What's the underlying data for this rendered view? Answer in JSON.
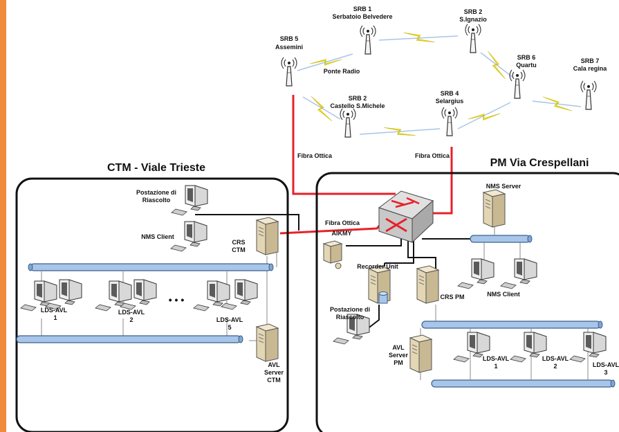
{
  "titles": {
    "ctm": "CTM - Viale Trieste",
    "pm": "PM Via Crespellani"
  },
  "radio": {
    "srb1": [
      "SRB 1",
      "Serbatoio Belvedere"
    ],
    "srb2a": [
      "SRB 2",
      "S.Ignazio"
    ],
    "srb5": [
      "SRB 5",
      "Assemini"
    ],
    "srb6": [
      "SRB 6",
      "Quartu"
    ],
    "srb7": [
      "SRB 7",
      "Cala regina"
    ],
    "srb2b": [
      "SRB 2",
      "Castello S.Michele"
    ],
    "srb4": [
      "SRB 4",
      "Selargius"
    ],
    "ponte_radio": "Ponte Radio",
    "fibra_left": "Fibra Ottica",
    "fibra_right": "Fibra Ottica",
    "fibra_mid": "Fibra Ottica"
  },
  "ctm": {
    "postazione": [
      "Postazione di",
      "Riascolto"
    ],
    "nms_client": "NMS Client",
    "crs": [
      "CRS",
      "CTM"
    ],
    "lds1": [
      "LDS-AVL",
      "1"
    ],
    "lds2": [
      "LDS-AVL",
      "2"
    ],
    "lds5": [
      "LDS-AVL",
      "5"
    ],
    "ellipsis": "• • •",
    "avl": [
      "AVL",
      "Server",
      "CTM"
    ]
  },
  "pm": {
    "aikmy": "AIKMY",
    "nms_server": "NMS Server",
    "recorder": "Recorder Unit",
    "crs": "CRS PM",
    "nms_client": "NMS Client",
    "postazione": [
      "Postazione di",
      "Riascolto"
    ],
    "avl": [
      "AVL",
      "Server",
      "PM"
    ],
    "lds1": [
      "LDS-AVL",
      "1"
    ],
    "lds2": [
      "LDS-AVL",
      "2"
    ],
    "lds3": [
      "LDS-AVL",
      "3"
    ]
  },
  "colors": {
    "fiber": "#e8202a",
    "bolt": "#f2e21c",
    "radio_link": "#a9c4e8",
    "bus_fill": "#a8c6ea",
    "bus_stroke": "#3d5f8a",
    "accent_bar": "#f08a3c"
  }
}
